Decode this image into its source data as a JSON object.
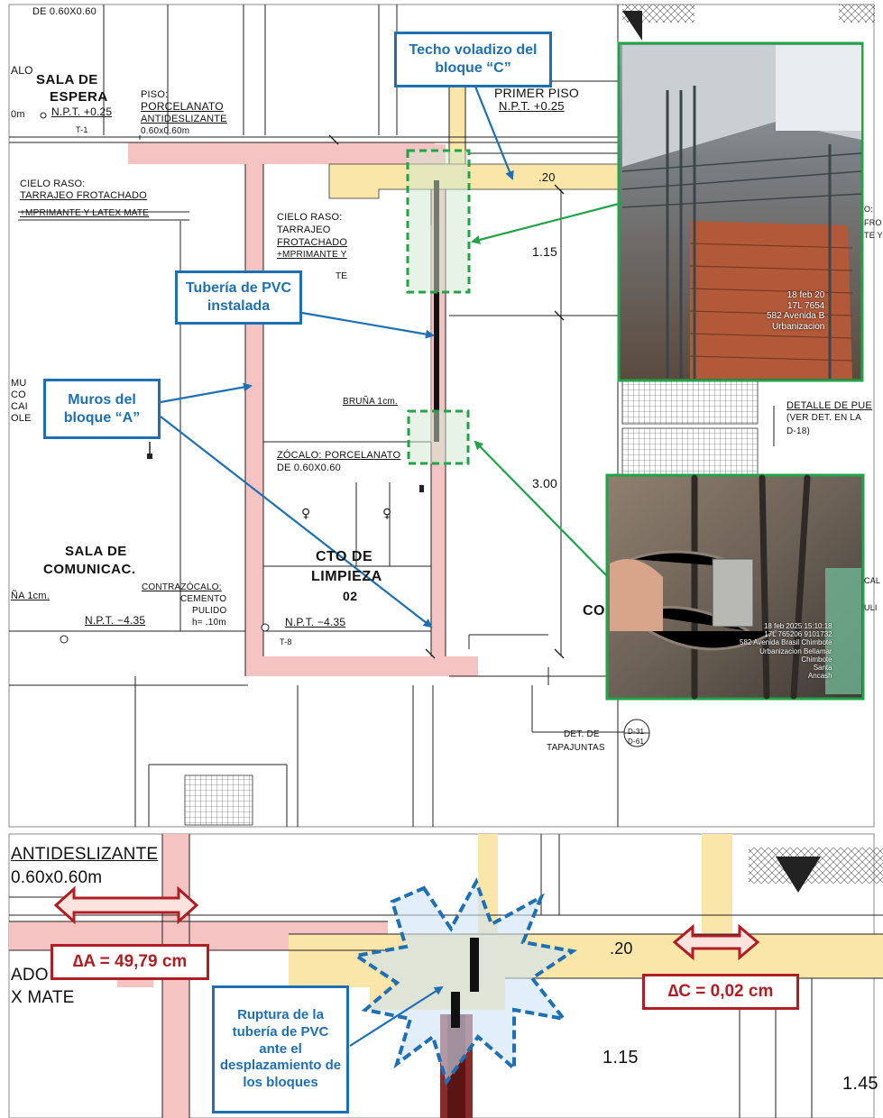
{
  "top": {
    "labels": {
      "dim_top": "DE 0.60X0.60",
      "sala_espera_1": "SALA DE",
      "sala_espera_2": "ESPERA",
      "npt_espera": "N.P.T. +0.25",
      "t1": "T-1",
      "piso": "PISO:",
      "porcelanato": "PORCELANATO",
      "antideslizante": "ANTIDESLIZANTE",
      "piso_dim": "0.60x0.60m",
      "primer_piso": "PRIMER PISO",
      "npt_primer": "N.P.T. +0.25",
      "dim_020": ".20",
      "cielo_left_1": "CIELO RASO:",
      "cielo_left_2": "TARRAJEO FROTACHADO",
      "cielo_left_3": "+MPRIMANTE Y LATEX MATE",
      "cielo_mid_1": "CIELO RASO:",
      "cielo_mid_2": "TARRAJEO",
      "cielo_mid_3": "FROTACHADO",
      "cielo_mid_4": "+MPRIMANTE Y",
      "cielo_mid_5": "TE",
      "dim_115": "1.15",
      "bruna": "BRUÑA 1cm.",
      "zocalo_1": "ZÓCALO: PORCELANATO",
      "zocalo_2": "DE 0.60X0.60",
      "dim_300": "3.00",
      "sala_com_1": "SALA DE",
      "sala_com_2": "COMUNICAC.",
      "bruna_left": "ÑA 1cm.",
      "contrazocalo_1": "CONTRAZÓCALO:",
      "contrazocalo_2": "CEMENTO",
      "contrazocalo_3": "PULIDO",
      "contrazocalo_4": "h= .10m",
      "npt_left": "N.P.T. −4.35",
      "cto_1": "CTO DE",
      "cto_2": "LIMPIEZA",
      "cto_3": "02",
      "npt_mid": "N.P.T. −4.35",
      "t8": "T-8",
      "co": "CO",
      "det_1": "DET. DE",
      "det_2": "TAPAJUNTAS",
      "det_d31": "D-31",
      "det_d61": "D-61",
      "detalle_1": "DETALLE DE PUE",
      "detalle_2": "(VER DET. EN LA",
      "detalle_3": "D-18)",
      "edge_fro": "FRO",
      "edge_tey": "TE Y",
      "edge_cal": "CAL",
      "edge_uli": "ULI",
      "edge_o": "O:",
      "mu_1": "MU",
      "mu_2": "CO",
      "mu_3": "CAI",
      "mu_4": "OLE",
      "alo": "ALO",
      "om": "0m"
    },
    "callouts": {
      "techo": "Techo voladizo del bloque “C”",
      "tuberia": "Tubería de PVC instalada",
      "muros": "Muros del bloque “A”"
    },
    "photo1_stamp": [
      "18 feb 20",
      "17L 7654",
      "582 Avenida B",
      "Urbanizacion"
    ],
    "photo2_stamp": [
      "18 feb 2025 15:10:18",
      "17L 765206 9101732",
      "582 Avenida Brasil Chimbote",
      "Urbanizacion Bellamar",
      "Chimbote",
      "Santa",
      "Ancash"
    ]
  },
  "bottom": {
    "labels": {
      "antideslizante": "ANTIDESLIZANTE",
      "dim": "0.60x0.60m",
      "ado": "ADO",
      "x_mate": "X MATE",
      "dim_020": ".20",
      "dim_115": "1.15",
      "dim_145": "1.45"
    },
    "delta_a": "∆A = 49,79 cm",
    "delta_c": "∆C = 0,02 cm",
    "callout_ruptura": "Ruptura de la tubería de PVC ante el desplazamiento de los bloques"
  },
  "colors": {
    "pink": "#f6c3c3",
    "yellow": "#f9e6a8",
    "blue": "#1f6fb3",
    "green": "#22a34a",
    "red": "#b01e24"
  }
}
